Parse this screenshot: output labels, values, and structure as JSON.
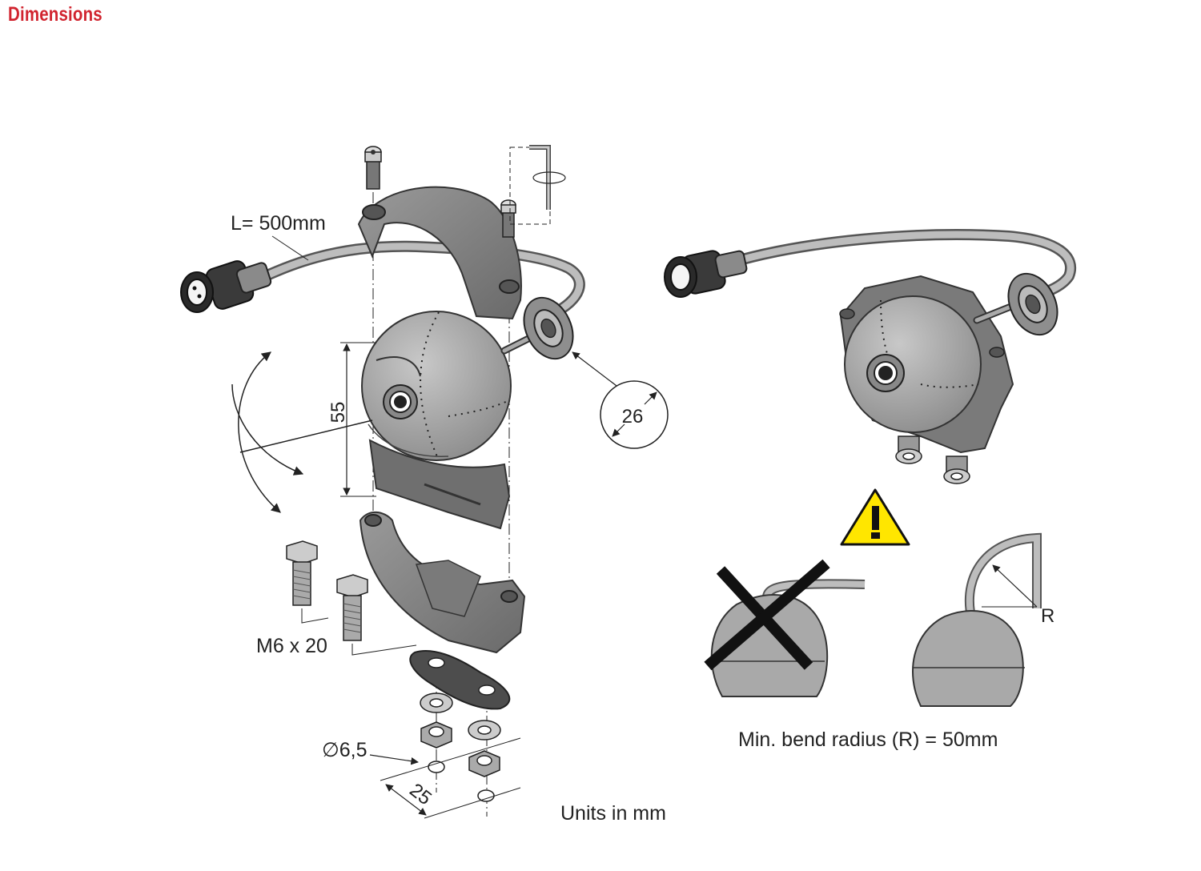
{
  "heading": "Dimensions",
  "colors": {
    "heading": "#d1242f",
    "part_gray": "#8a8a8a",
    "part_dark": "#4a4a4a",
    "ball_gray": "#a9a9a9",
    "warning_yellow": "#ffe600",
    "line": "#222222"
  },
  "labels": {
    "cable_length": "L= 500mm",
    "ball_height": "55",
    "shaft_size": "26",
    "bolt_spec": "M6 x 20",
    "hole_diameter": "∅6,5",
    "hole_spacing": "25",
    "units": "Units in mm",
    "bend_radius_marker": "R",
    "bend_radius_caption": "Min. bend radius (R) = 50mm"
  },
  "icons": {
    "warning": "warning-icon",
    "forbidden": "cross-icon"
  }
}
